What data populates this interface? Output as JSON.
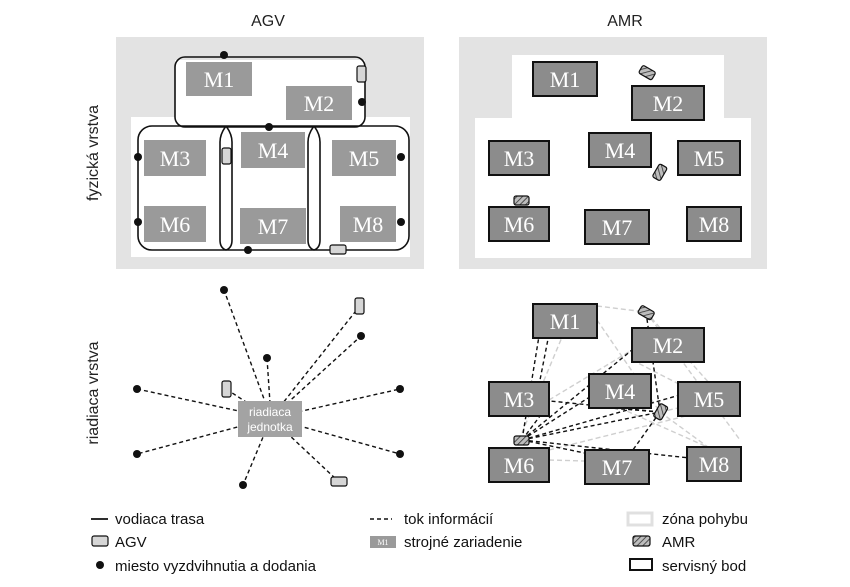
{
  "titles": {
    "agv": "AGV",
    "amr": "AMR"
  },
  "layers": {
    "physical": "fyzická vrstva",
    "control": "riadiaca vrstva"
  },
  "machines": [
    "M1",
    "M2",
    "M3",
    "M4",
    "M5",
    "M6",
    "M7",
    "M8"
  ],
  "control_unit": {
    "line1": "riadiaca",
    "line2": "jednotka"
  },
  "legend": {
    "guide_path": "vodiaca trasa",
    "agv": "AGV",
    "pickup_point": "miesto vyzdvihnutia a dodania",
    "info_flow": "tok informácií",
    "machine": "strojné zariadenie",
    "machine_swatch": "M1",
    "movement_zone": "zóna pohybu",
    "amr": "AMR",
    "service_point": "servisný bod"
  },
  "colors": {
    "zone": "#e3e3e3",
    "machine_fill": "#9a9a9a",
    "machine_fill_amr": "#8c8c8c",
    "line": "#111111",
    "agv_fill": "#d6d6d6"
  }
}
